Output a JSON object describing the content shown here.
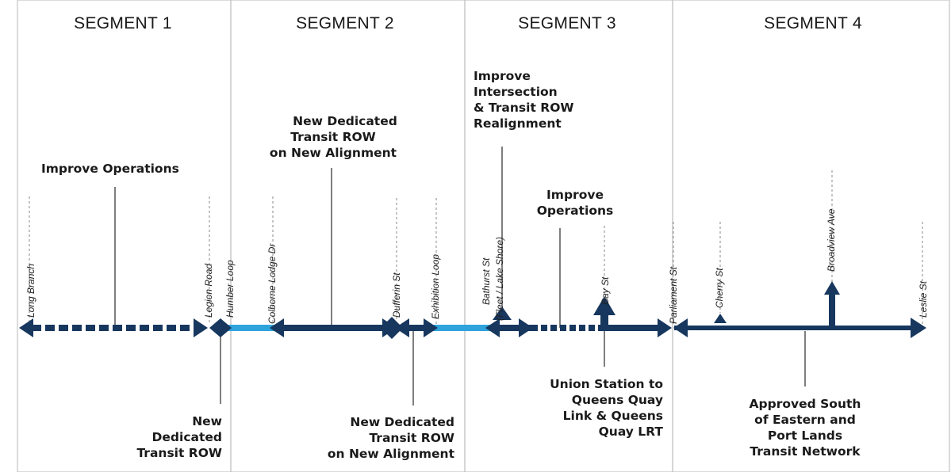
{
  "segments": [
    {
      "title": "SEGMENT 1"
    },
    {
      "title": "SEGMENT 2"
    },
    {
      "title": "SEGMENT 3"
    },
    {
      "title": "SEGMENT 4"
    }
  ],
  "stops": {
    "long_branch": "Long Branch",
    "legion_road": "Legion Road",
    "humber_loop": "Humber Loop",
    "colborne_lodge": "Colborne Lodge Dr",
    "dufferin": "Dufferin St",
    "exhibition_loop": "Exhibition Loop",
    "bathurst_line1": "Bathurst St",
    "bathurst_line2": "(Fleet / Lake Shore)",
    "bay": "Bay St",
    "parliament": "Parliament St",
    "cherry": "Cherry St",
    "broadview": "Broadview Ave",
    "leslie": "Leslie St"
  },
  "notes": {
    "seg1_top": [
      "Improve Operations"
    ],
    "seg1_bottom": [
      "New",
      "Dedicated",
      "Transit ROW"
    ],
    "seg2_top": [
      "New Dedicated",
      "Transit ROW",
      "on New Alignment"
    ],
    "seg2_bottom": [
      "New Dedicated",
      "Transit ROW",
      "on New Alignment"
    ],
    "seg3_top_left": [
      "Improve",
      "Intersection",
      "& Transit ROW",
      "Realignment"
    ],
    "seg3_top_mid": [
      "Improve",
      "Operations"
    ],
    "seg3_bottom": [
      "Union Station to",
      "Queens Quay",
      "Link & Queens",
      "Quay LRT"
    ],
    "seg4_bottom": [
      "Approved South",
      "of Eastern and",
      "Port Lands",
      "Transit Network"
    ]
  },
  "colors": {
    "dark_line": "#17375e",
    "light_line": "#2ea3dc",
    "divider": "#c8c8c8",
    "leader": "#3a3a3a"
  }
}
